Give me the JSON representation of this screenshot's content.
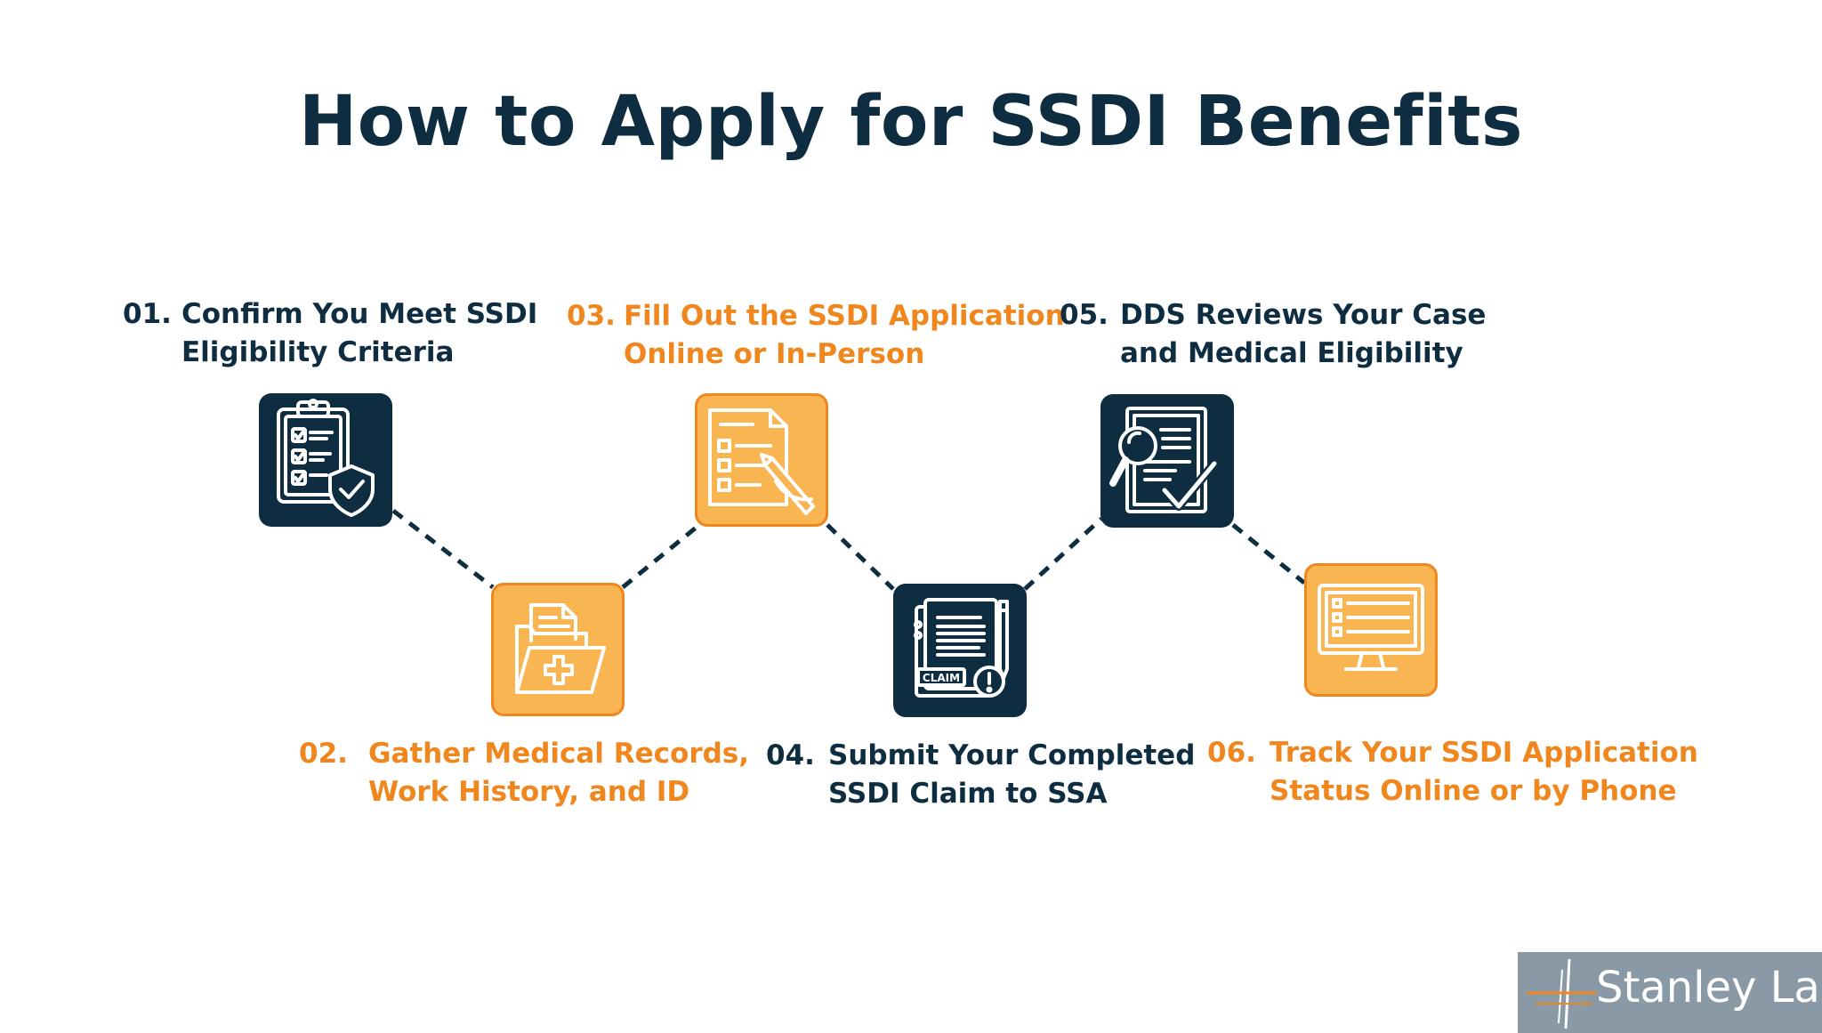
{
  "title": "How to Apply for SSDI Benefits",
  "steps": [
    {
      "num": "01.",
      "line1": "Confirm You Meet SSDI",
      "line2": "Eligibility Criteria",
      "icon": "clipboard-checklist-shield-icon"
    },
    {
      "num": "02.",
      "line1": "Gather Medical Records,",
      "line2": "Work History, and ID",
      "icon": "medical-folder-icon"
    },
    {
      "num": "03.",
      "line1": "Fill Out the SSDI Application",
      "line2": "Online or In-Person",
      "icon": "form-with-pen-icon"
    },
    {
      "num": "04.",
      "line1": "Submit Your Completed",
      "line2": "SSDI Claim to SSA",
      "icon": "claim-document-icon"
    },
    {
      "num": "05.",
      "line1": "DDS Reviews Your Case",
      "line2": "and Medical Eligibility",
      "icon": "document-magnifier-check-icon"
    },
    {
      "num": "06.",
      "line1": "Track Your SSDI Application",
      "line2": "Status Online or by Phone",
      "icon": "monitor-checklist-icon"
    }
  ],
  "claim_badge": "CLAIM",
  "logo": {
    "text": "Stanley Law"
  },
  "colors": {
    "navy": "#0f2d40",
    "orange": "#f0871e",
    "orange_fill": "#f9b552",
    "logo_bg": "#8a99a6"
  }
}
